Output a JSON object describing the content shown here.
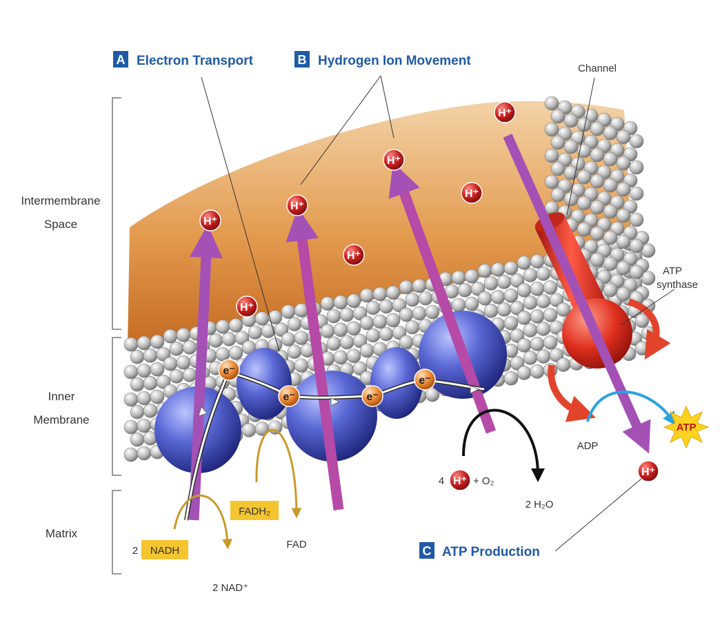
{
  "sections": {
    "a": {
      "letter": "A",
      "title": "Electron Transport"
    },
    "b": {
      "letter": "B",
      "title": "Hydrogen Ion Movement"
    },
    "c": {
      "letter": "C",
      "title": "ATP Production"
    }
  },
  "regions": {
    "intermembrane_line1": "Intermembrane",
    "intermembrane_line2": "Space",
    "inner_line1": "Inner",
    "inner_line2": "Membrane",
    "matrix": "Matrix"
  },
  "labels": {
    "channel": "Channel",
    "atp_synthase_line1": "ATP",
    "atp_synthase_line2": "synthase",
    "adp": "ADP",
    "atp": "ATP",
    "nadh_coef": "2",
    "nadh": "NADH",
    "nad_plus": "2 NAD⁺",
    "fadh2": "FADH₂",
    "fad": "FAD",
    "water_reactant_coef": "4",
    "oxygen": "+ O₂",
    "water": "2 H₂O",
    "h_plus": "H⁺",
    "electron": "e⁻"
  },
  "colors": {
    "section_badge": "#1f5aa6",
    "section_text": "#1f5aa6",
    "membrane_space": "#e7a45c",
    "protein": "#4e5ec7",
    "proton": "#b3151b",
    "electron": "#e9802c",
    "proton_arrow": "#a451b6",
    "synthase": "#d6281e",
    "label_highlight": "#f4c52e"
  }
}
